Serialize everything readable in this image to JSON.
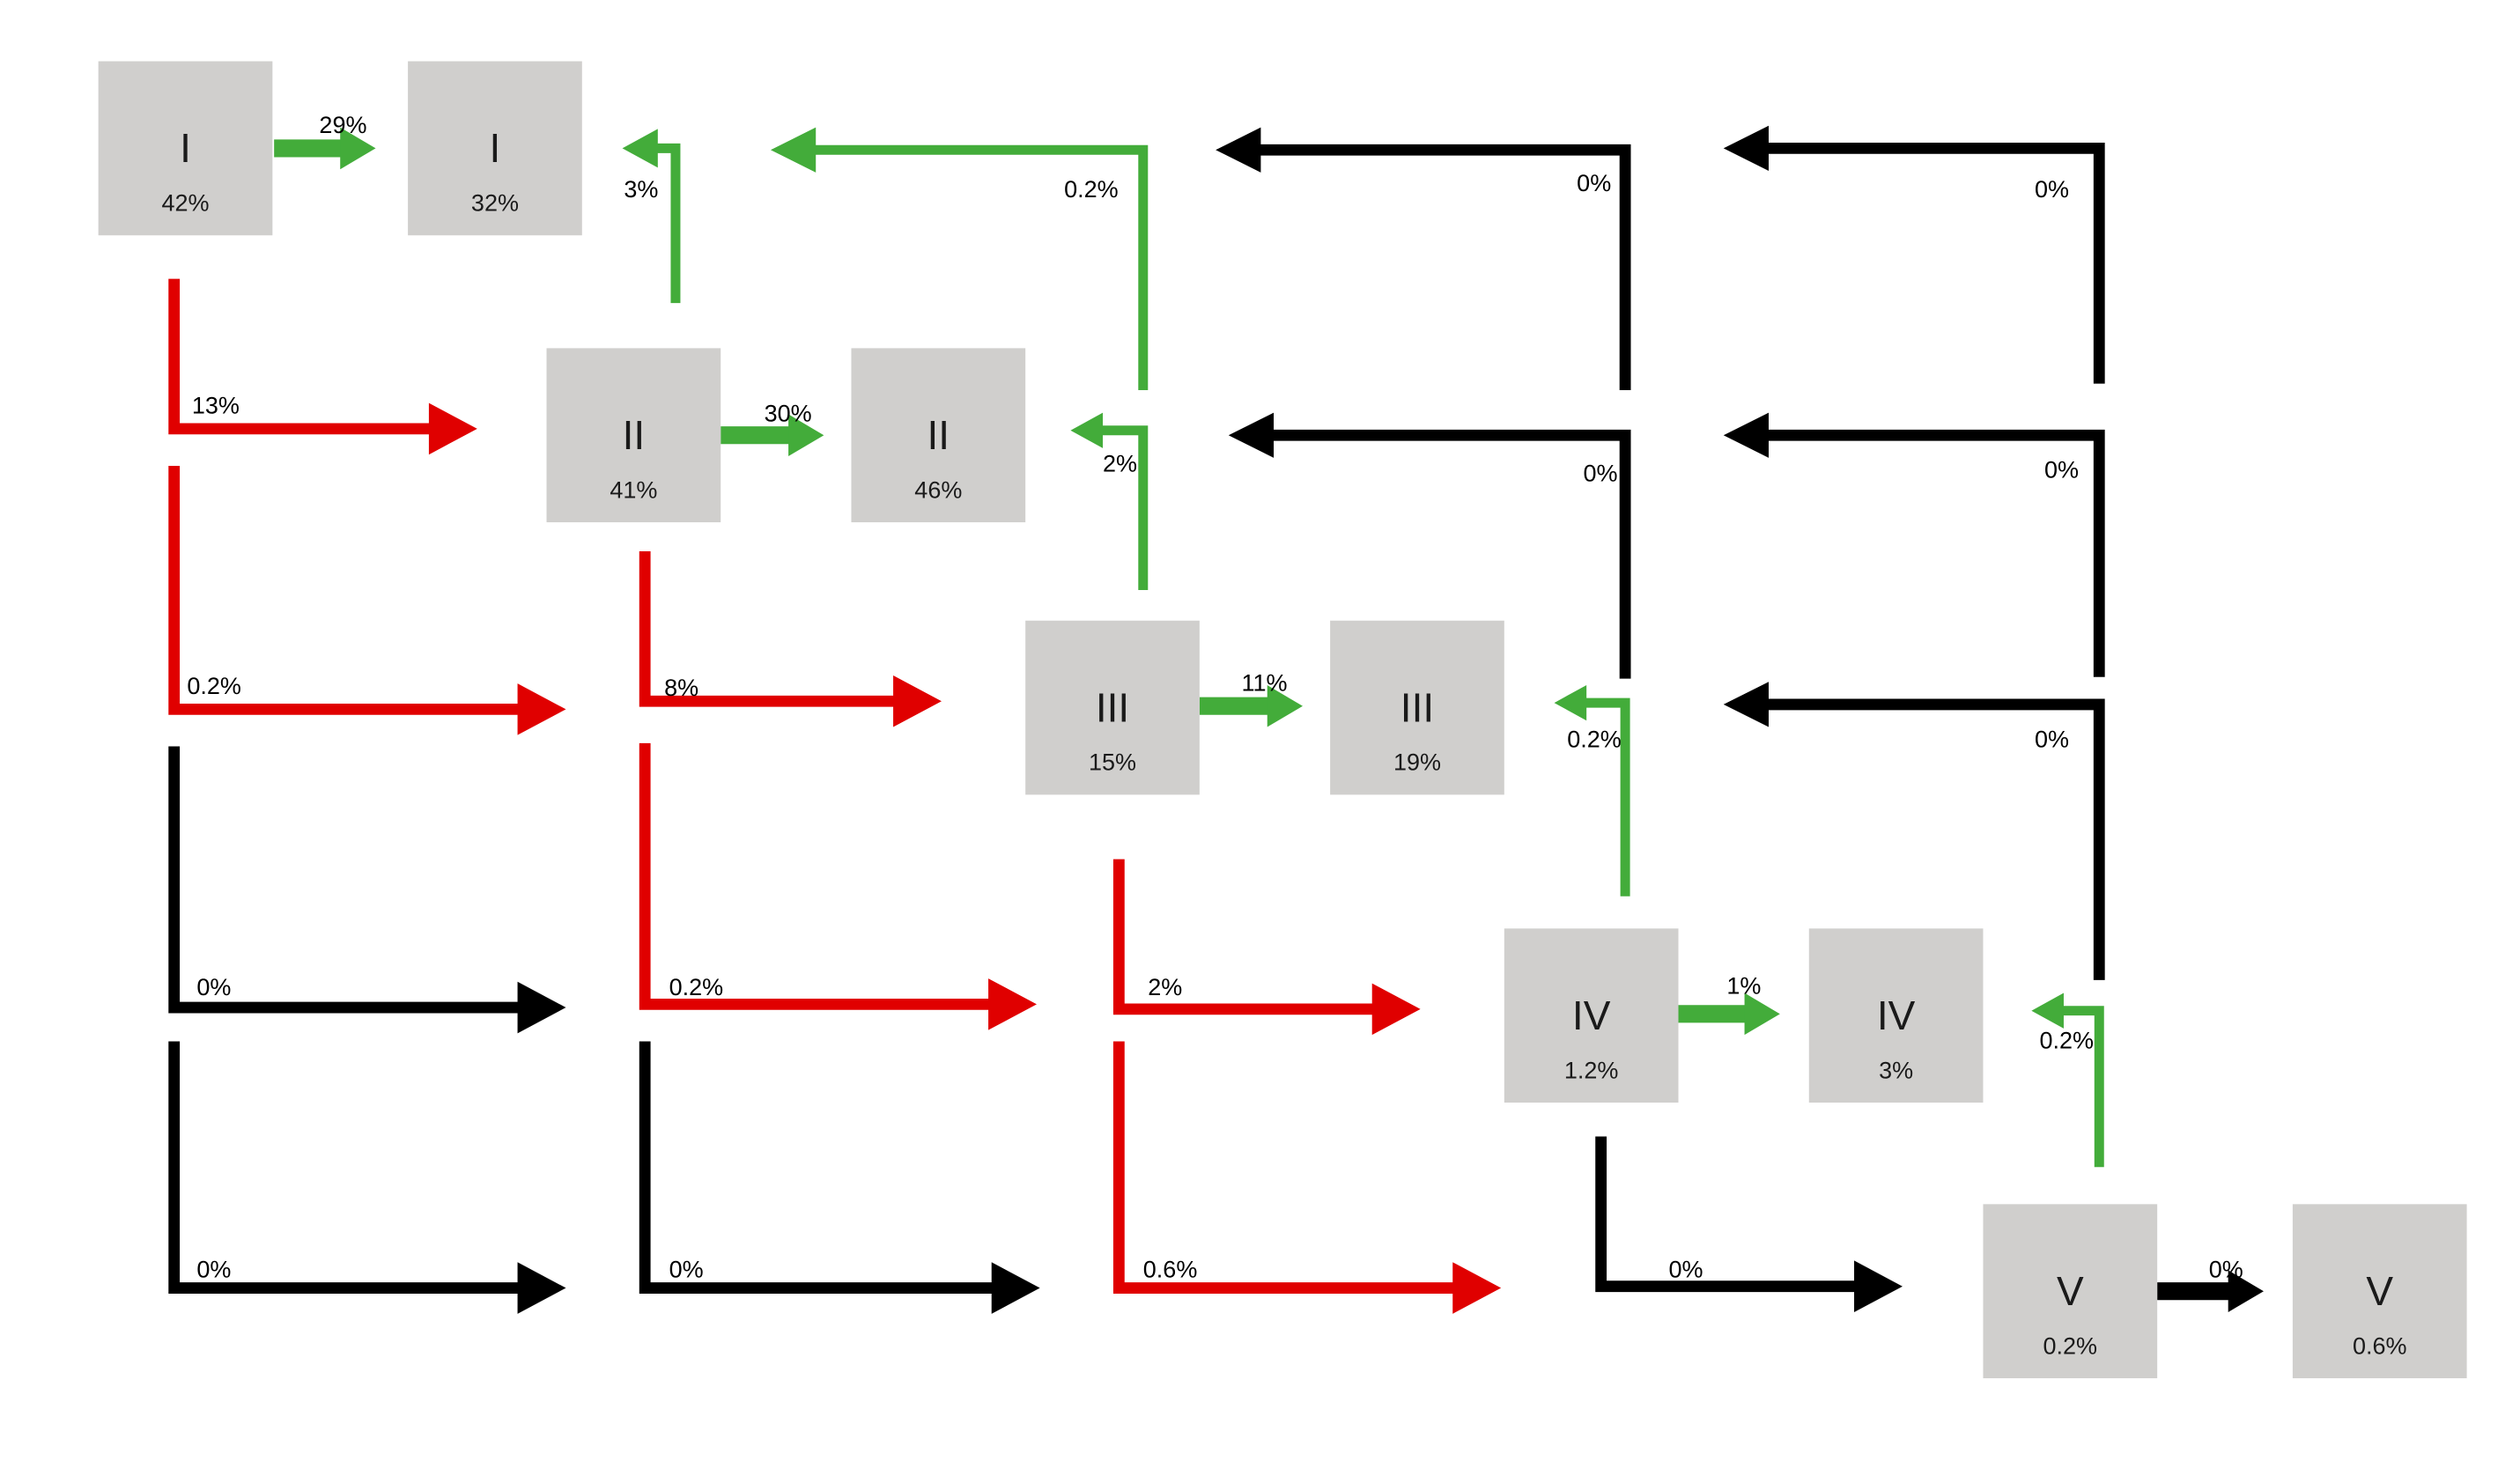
{
  "colors": {
    "box_fill": "#d0cfcd",
    "green": "#43ac3a",
    "red": "#e00000",
    "black": "#000000"
  },
  "boxes": [
    {
      "id": "I-a",
      "stage": "I",
      "percent": "42%"
    },
    {
      "id": "I-b",
      "stage": "I",
      "percent": "32%"
    },
    {
      "id": "II-a",
      "stage": "II",
      "percent": "41%"
    },
    {
      "id": "II-b",
      "stage": "II",
      "percent": "46%"
    },
    {
      "id": "III-a",
      "stage": "III",
      "percent": "15%"
    },
    {
      "id": "III-b",
      "stage": "III",
      "percent": "19%"
    },
    {
      "id": "IV-a",
      "stage": "IV",
      "percent": "1.2%"
    },
    {
      "id": "IV-b",
      "stage": "IV",
      "percent": "3%"
    },
    {
      "id": "V-a",
      "stage": "V",
      "percent": "0.2%"
    },
    {
      "id": "V-b",
      "stage": "V",
      "percent": "0.6%"
    }
  ],
  "edges": [
    {
      "from": "I",
      "to": "I",
      "kind": "same",
      "color": "green",
      "label": "29%"
    },
    {
      "from": "II",
      "to": "II",
      "kind": "same",
      "color": "green",
      "label": "30%"
    },
    {
      "from": "III",
      "to": "III",
      "kind": "same",
      "color": "green",
      "label": "11%"
    },
    {
      "from": "IV",
      "to": "IV",
      "kind": "same",
      "color": "green",
      "label": "1%"
    },
    {
      "from": "V",
      "to": "V",
      "kind": "same",
      "color": "black",
      "label": "0%"
    },
    {
      "from": "I",
      "to": "II",
      "kind": "up",
      "color": "red",
      "label": "13%"
    },
    {
      "from": "I",
      "to": "III",
      "kind": "up",
      "color": "red",
      "label": "0.2%"
    },
    {
      "from": "I",
      "to": "IV",
      "kind": "up",
      "color": "black",
      "label": "0%"
    },
    {
      "from": "I",
      "to": "V",
      "kind": "up",
      "color": "black",
      "label": "0%"
    },
    {
      "from": "II",
      "to": "III",
      "kind": "up",
      "color": "red",
      "label": "8%"
    },
    {
      "from": "II",
      "to": "IV",
      "kind": "up",
      "color": "red",
      "label": "0.2%"
    },
    {
      "from": "II",
      "to": "V",
      "kind": "up",
      "color": "black",
      "label": "0%"
    },
    {
      "from": "III",
      "to": "IV",
      "kind": "up",
      "color": "red",
      "label": "2%"
    },
    {
      "from": "III",
      "to": "V",
      "kind": "up",
      "color": "red",
      "label": "0.6%"
    },
    {
      "from": "IV",
      "to": "V",
      "kind": "up",
      "color": "black",
      "label": "0%"
    },
    {
      "from": "II",
      "to": "I",
      "kind": "down",
      "color": "green",
      "label": "3%"
    },
    {
      "from": "III",
      "to": "I",
      "kind": "down",
      "color": "green",
      "label": "0.2%"
    },
    {
      "from": "IV",
      "to": "I",
      "kind": "down",
      "color": "black",
      "label": "0%"
    },
    {
      "from": "V",
      "to": "I",
      "kind": "down",
      "color": "black",
      "label": "0%"
    },
    {
      "from": "III",
      "to": "II",
      "kind": "down",
      "color": "green",
      "label": "2%"
    },
    {
      "from": "IV",
      "to": "II",
      "kind": "down",
      "color": "black",
      "label": "0%"
    },
    {
      "from": "V",
      "to": "II",
      "kind": "down",
      "color": "black",
      "label": "0%"
    },
    {
      "from": "IV",
      "to": "III",
      "kind": "down",
      "color": "green",
      "label": "0.2%"
    },
    {
      "from": "V",
      "to": "III",
      "kind": "down",
      "color": "black",
      "label": "0%"
    },
    {
      "from": "V",
      "to": "IV",
      "kind": "down",
      "color": "green",
      "label": "0.2%"
    }
  ]
}
